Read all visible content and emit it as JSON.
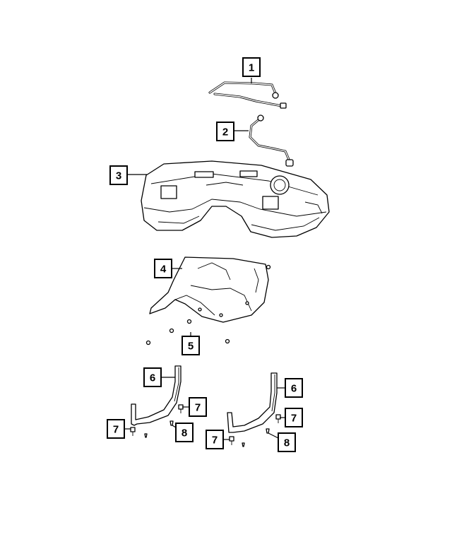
{
  "callouts": [
    {
      "id": "c1",
      "label": "1"
    },
    {
      "id": "c2",
      "label": "2"
    },
    {
      "id": "c3",
      "label": "3"
    },
    {
      "id": "c4",
      "label": "4"
    },
    {
      "id": "c5",
      "label": "5"
    },
    {
      "id": "c6a",
      "label": "6"
    },
    {
      "id": "c6b",
      "label": "6"
    },
    {
      "id": "c7a",
      "label": "7"
    },
    {
      "id": "c7b",
      "label": "7"
    },
    {
      "id": "c7c",
      "label": "7"
    },
    {
      "id": "c7d",
      "label": "7"
    },
    {
      "id": "c8a",
      "label": "8"
    },
    {
      "id": "c8b",
      "label": "8"
    }
  ],
  "colors": {
    "line": "#000000",
    "background": "#ffffff"
  }
}
